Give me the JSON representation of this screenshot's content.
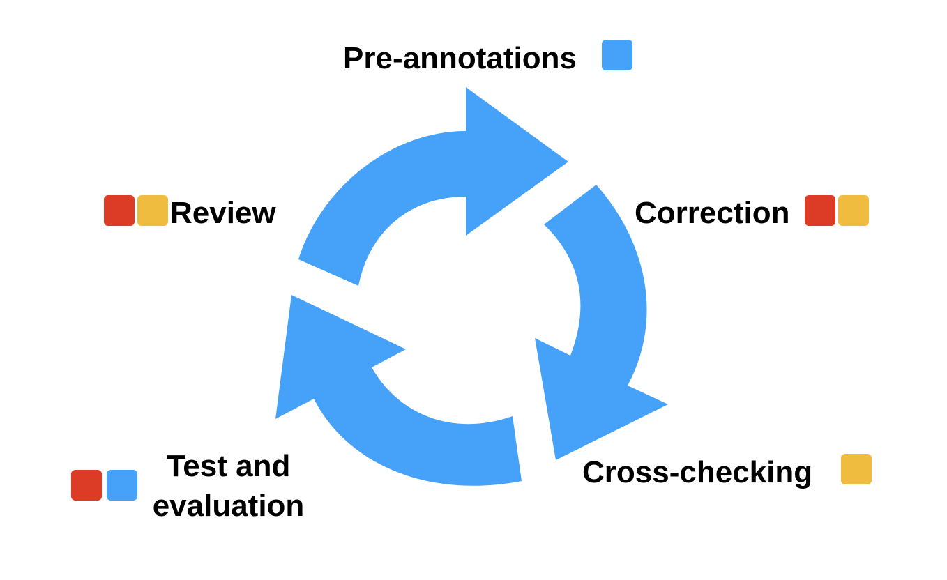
{
  "colors": {
    "arrow": "#45A2F8",
    "red": "#DC3B26",
    "yellow": "#F0BC40",
    "blue": "#45A2F8"
  },
  "stages": {
    "pre_annotations": {
      "label": "Pre-annotations",
      "markers": [
        "blue"
      ]
    },
    "correction": {
      "label": "Correction",
      "markers": [
        "red",
        "yellow"
      ]
    },
    "cross_checking": {
      "label": "Cross-checking",
      "markers": [
        "yellow"
      ]
    },
    "test_and_evaluation": {
      "line1": "Test and",
      "line2": "evaluation",
      "markers": [
        "red",
        "blue"
      ]
    },
    "review": {
      "label": "Review",
      "markers": [
        "red",
        "yellow"
      ]
    }
  }
}
